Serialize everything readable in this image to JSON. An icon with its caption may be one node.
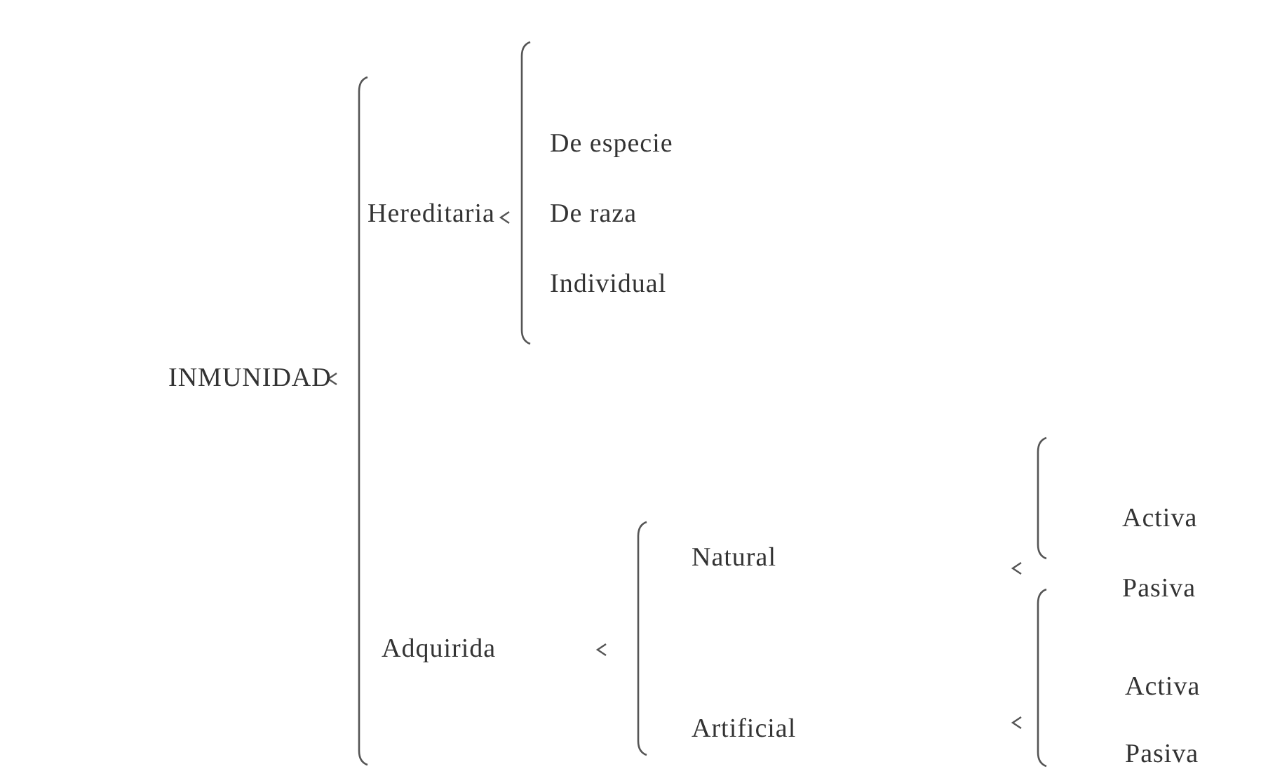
{
  "diagram": {
    "nodes": [
      {
        "text": [
          "INMUNIDAD"
        ]
      },
      {
        "text": [
          "Hereditaria"
        ]
      },
      {
        "text": [
          "De especie"
        ]
      },
      {
        "text": [
          "De raza"
        ]
      },
      {
        "text": [
          "Individual"
        ]
      },
      {
        "text": [
          "Adquirida"
        ]
      },
      {
        "text": [
          "Natural"
        ]
      },
      {
        "text": [
          "Activa"
        ]
      },
      {
        "text": [
          "Pasiva"
        ]
      },
      {
        "text": [
          "Artificial"
        ]
      },
      {
        "text": [
          "Activa"
        ]
      },
      {
        "text": [
          "Pasiva"
        ]
      }
    ]
  }
}
